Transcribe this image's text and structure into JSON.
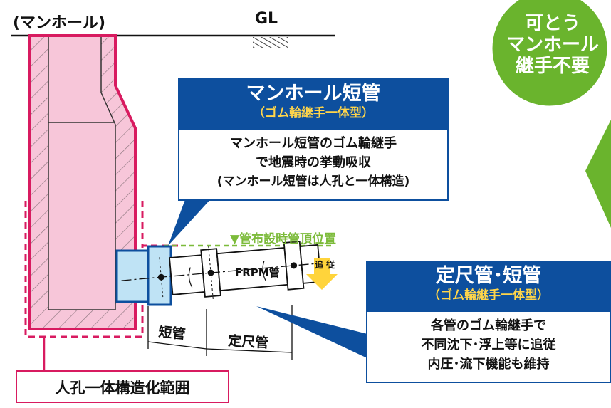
{
  "labels": {
    "manhole": "(マンホール)",
    "gl": "GL",
    "pipe_top_level": "▼管布設時管頂位置",
    "frpm": "FRPM管",
    "follow": "追 従",
    "short_pipe": "短管",
    "standard_pipe": "定尺管"
  },
  "badge": {
    "lines": [
      "可とう",
      "マンホール",
      "継手不要"
    ]
  },
  "box_manhole_pipe": {
    "title": "マンホール短管",
    "subtitle": "（ゴム輪継手一体型）",
    "lines": [
      "マンホール短管のゴム輪継手",
      "で地震時の挙動吸収",
      "(マンホール短管は人孔と一体構造)"
    ]
  },
  "box_standard_pipe": {
    "title": "定尺管･短管",
    "subtitle": "（ゴム輪継手一体型）",
    "lines": [
      "各管のゴム輪継手で",
      "不同沈下･浮上等に追従",
      "内圧･流下機能も維持"
    ]
  },
  "range_label": "人孔一体構造化範囲",
  "colors": {
    "manhole_fill": "#f7c6d9",
    "manhole_border": "#d81b60",
    "blue_box": "#0d4f9e",
    "subtitle_yellow": "#ffd54a",
    "badge_green": "#6ab42d",
    "dashed_green": "#7cbb3a",
    "joint_fill": "#bfe3f5",
    "arrow_yellow": "#ffd43b"
  }
}
